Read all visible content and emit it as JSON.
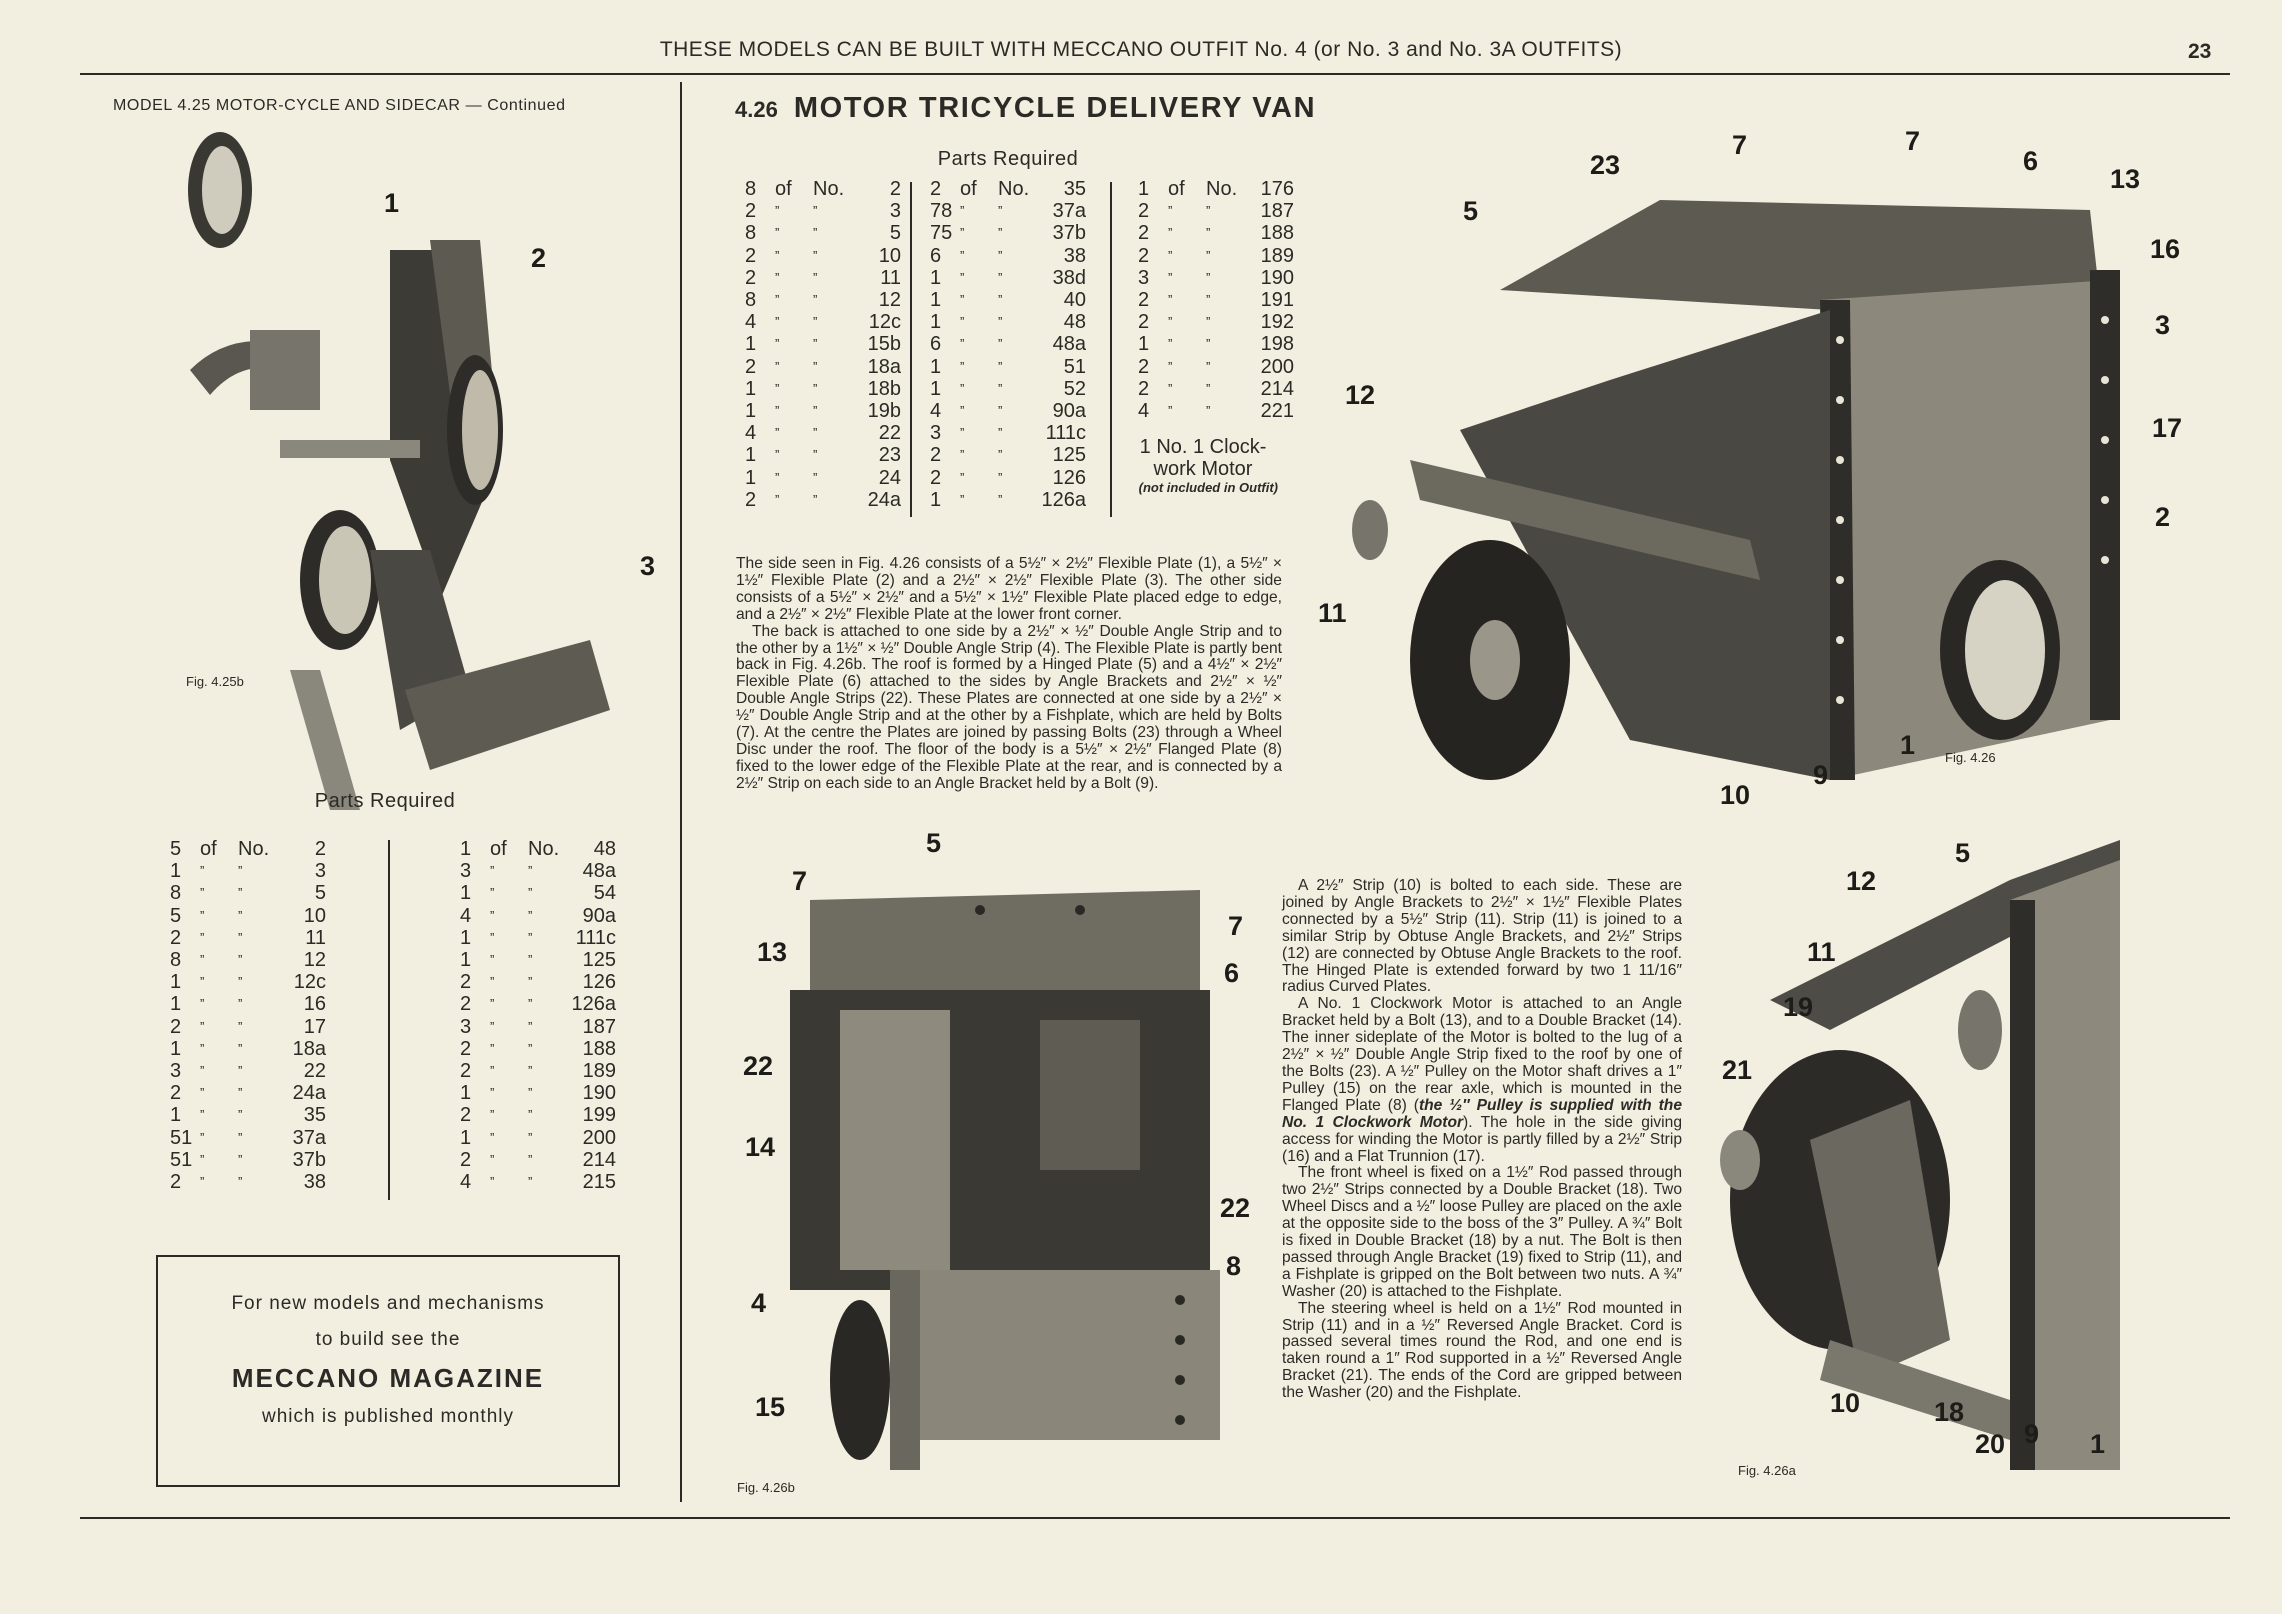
{
  "header": {
    "title": "THESE MODELS CAN BE BUILT WITH MECCANO OUTFIT No. 4 (or No. 3 and No. 3A OUTFITS)",
    "page_number": "23"
  },
  "left": {
    "model_header": "MODEL 4.25   MOTOR-CYCLE AND SIDECAR — Continued",
    "figure_label": "Fig. 4.25b",
    "callouts": [
      "1",
      "2",
      "3"
    ],
    "parts_heading": "Parts Required",
    "parts_col1": [
      [
        "5",
        "2"
      ],
      [
        "1",
        "3"
      ],
      [
        "8",
        "5"
      ],
      [
        "5",
        "10"
      ],
      [
        "2",
        "11"
      ],
      [
        "8",
        "12"
      ],
      [
        "1",
        "12c"
      ],
      [
        "1",
        "16"
      ],
      [
        "2",
        "17"
      ],
      [
        "1",
        "18a"
      ],
      [
        "3",
        "22"
      ],
      [
        "2",
        "24a"
      ],
      [
        "1",
        "35"
      ],
      [
        "51",
        "37a"
      ],
      [
        "51",
        "37b"
      ],
      [
        "2",
        "38"
      ]
    ],
    "parts_col2": [
      [
        "1",
        "48"
      ],
      [
        "3",
        "48a"
      ],
      [
        "1",
        "54"
      ],
      [
        "4",
        "90a"
      ],
      [
        "1",
        "111c"
      ],
      [
        "1",
        "125"
      ],
      [
        "2",
        "126"
      ],
      [
        "2",
        "126a"
      ],
      [
        "3",
        "187"
      ],
      [
        "2",
        "188"
      ],
      [
        "2",
        "189"
      ],
      [
        "1",
        "190"
      ],
      [
        "2",
        "199"
      ],
      [
        "1",
        "200"
      ],
      [
        "2",
        "214"
      ],
      [
        "4",
        "215"
      ]
    ],
    "magazine": {
      "line1": "For new models and mechanisms",
      "line2": "to build see the",
      "line3": "MECCANO MAGAZINE",
      "line4": "which is published monthly"
    }
  },
  "model": {
    "number": "4.26",
    "title": "MOTOR TRICYCLE DELIVERY VAN",
    "parts_heading": "Parts Required",
    "of_label": "of",
    "no_label": "No.",
    "ditto": "”",
    "parts_col1": [
      [
        "8",
        "2"
      ],
      [
        "2",
        "3"
      ],
      [
        "8",
        "5"
      ],
      [
        "2",
        "10"
      ],
      [
        "2",
        "11"
      ],
      [
        "8",
        "12"
      ],
      [
        "4",
        "12c"
      ],
      [
        "1",
        "15b"
      ],
      [
        "2",
        "18a"
      ],
      [
        "1",
        "18b"
      ],
      [
        "1",
        "19b"
      ],
      [
        "4",
        "22"
      ],
      [
        "1",
        "23"
      ],
      [
        "1",
        "24"
      ],
      [
        "2",
        "24a"
      ]
    ],
    "parts_col2": [
      [
        "2",
        "35"
      ],
      [
        "78",
        "37a"
      ],
      [
        "75",
        "37b"
      ],
      [
        "6",
        "38"
      ],
      [
        "1",
        "38d"
      ],
      [
        "1",
        "40"
      ],
      [
        "1",
        "48"
      ],
      [
        "6",
        "48a"
      ],
      [
        "1",
        "51"
      ],
      [
        "1",
        "52"
      ],
      [
        "4",
        "90a"
      ],
      [
        "3",
        "111c"
      ],
      [
        "2",
        "125"
      ],
      [
        "2",
        "126"
      ],
      [
        "1",
        "126a"
      ]
    ],
    "parts_col3": [
      [
        "1",
        "176"
      ],
      [
        "2",
        "187"
      ],
      [
        "2",
        "188"
      ],
      [
        "2",
        "189"
      ],
      [
        "3",
        "190"
      ],
      [
        "2",
        "191"
      ],
      [
        "2",
        "192"
      ],
      [
        "1",
        "198"
      ],
      [
        "2",
        "200"
      ],
      [
        "2",
        "214"
      ],
      [
        "4",
        "221"
      ]
    ],
    "motor_note": "1 No. 1 Clock-work Motor",
    "motor_note_sub": "(not included in Outfit)",
    "paragraph1": [
      "The side seen in Fig. 4.26 consists of a 5½″ × 2½″ Flexible Plate (1), a 5½″ × 1½″ Flexible Plate (2) and a 2½″ × 2½″ Flexible Plate (3). The other side consists of a 5½″ × 2½″ and a 5½″ × 1½″ Flexible Plate placed edge to edge, and a 2½″ × 2½″ Flexible Plate at the lower front corner.",
      "The back is attached to one side by a 2½″ × ½″ Double Angle Strip and to the other by a 1½″ × ½″ Double Angle Strip (4). The Flexible Plate is partly bent back in Fig. 4.26b. The roof is formed by a Hinged Plate (5) and a 4½″ × 2½″ Flexible Plate (6) attached to the sides by Angle Brackets and 2½″ × ½″ Double Angle Strips (22). These Plates are connected at one side by a 2½″ × ½″ Double Angle Strip and at the other by a Fishplate, which are held by Bolts (7). At the centre the Plates are joined by passing Bolts (23) through a Wheel Disc under the roof. The floor of the body is a 5½″ × 2½″ Flanged Plate (8) fixed to the lower edge of the Flexible Plate at the rear, and is connected by a 2½″ Strip on each side to an Angle Bracket held by a Bolt (9)."
    ],
    "paragraph2": {
      "p1": "A 2½″ Strip (10) is bolted to each side. These are joined by Angle Brackets to 2½″ × 1½″ Flexible Plates connected by a 5½″ Strip (11). Strip (11) is joined to a similar Strip by Obtuse Angle Brackets, and 2½″ Strips (12) are connected by Obtuse Angle Brackets to the roof. The Hinged Plate is extended forward by two 1 11/16″ radius Curved Plates.",
      "p2_a": "A No. 1 Clockwork Motor is attached to an Angle Bracket held by a Bolt (13), and to a Double Bracket (14). The inner sideplate of the Motor is bolted to the lug of a 2½″ × ½″ Double Angle Strip fixed to the roof by one of the Bolts (23). A ½″ Pulley on the Motor shaft drives a 1″ Pulley (15) on the rear axle, which is mounted in the Flanged Plate (8) (",
      "p2_italic": "the ½″ Pulley is supplied with the No. 1 Clockwork Motor",
      "p2_b": "). The hole in the side giving access for winding the Motor is partly filled by a 2½″ Strip (16) and a Flat Trunnion (17).",
      "p3": "The front wheel is fixed on a 1½″ Rod passed through two 2½″ Strips connected by a Double Bracket (18). Two Wheel Discs and a ½″ loose Pulley are placed on the axle at the opposite side to the boss of the 3″ Pulley. A ¾″ Bolt is fixed in Double Bracket (18) by a nut. The Bolt is then passed through Angle Bracket (19) fixed to Strip (11), and a Fishplate is gripped on the Bolt between two nuts. A ¾″ Washer (20) is attached to the Fishplate.",
      "p4": "The steering wheel is held on a 1½″ Rod mounted in Strip (11) and in a ½″ Reversed Angle Bracket. Cord is passed several times round the Rod, and one end is taken round a 1″ Rod supported in a ½″ Reversed Angle Bracket (21). The ends of the Cord are gripped between the Washer (20) and the Fishplate."
    },
    "fig_426": {
      "label": "Fig. 4.26",
      "callouts": [
        "23",
        "7",
        "7",
        "6",
        "13",
        "5",
        "16",
        "3",
        "12",
        "17",
        "2",
        "11",
        "10",
        "9",
        "1"
      ]
    },
    "fig_426b": {
      "label": "Fig. 4.26b",
      "callouts": [
        "5",
        "7",
        "7",
        "13",
        "6",
        "22",
        "14",
        "22",
        "8",
        "4",
        "15"
      ]
    },
    "fig_426a": {
      "label": "Fig. 4.26a",
      "callouts": [
        "12",
        "5",
        "11",
        "19",
        "21",
        "10",
        "18",
        "20",
        "9",
        "1"
      ]
    }
  }
}
